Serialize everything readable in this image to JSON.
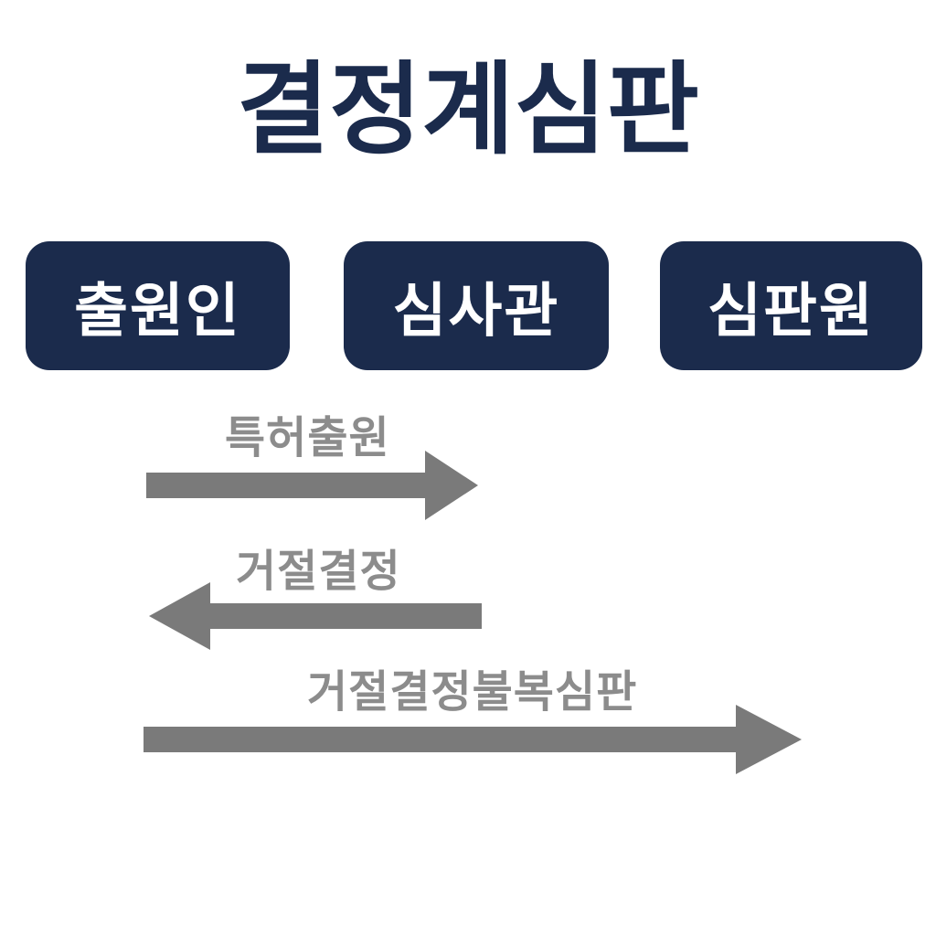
{
  "title": "결정계심판",
  "actors": [
    {
      "id": "applicant",
      "label": "출원인"
    },
    {
      "id": "examiner",
      "label": "심사관"
    },
    {
      "id": "trial-board",
      "label": "심판원"
    }
  ],
  "flows": [
    {
      "label": "특허출원",
      "direction": "right",
      "from": "출원인",
      "to": "심사관"
    },
    {
      "label": "거절결정",
      "direction": "left",
      "from": "심사관",
      "to": "출원인"
    },
    {
      "label": "거절결정불복심판",
      "direction": "right",
      "from": "출원인",
      "to": "심판원"
    }
  ],
  "theme": {
    "navy": "#1b2b4c",
    "arrow_gray": "#7a7a7a",
    "label_gray": "#8c8c8c",
    "background": "#ffffff",
    "box_text": "#ffffff"
  }
}
